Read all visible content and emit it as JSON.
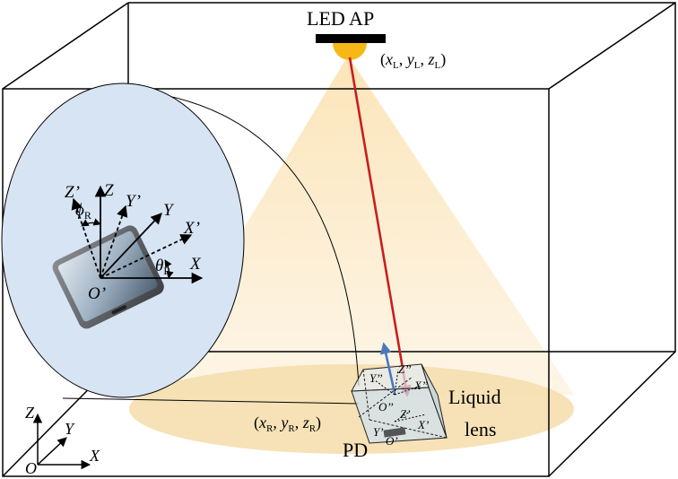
{
  "led": {
    "label": "LED AP",
    "coord": "(xL, yL, zL)",
    "coord_parts": {
      "x": "x",
      "xs": "L",
      "y": "y",
      "ys": "L",
      "z": "z",
      "zs": "L"
    }
  },
  "receiver": {
    "label": "PD",
    "coord_parts": {
      "x": "x",
      "xs": "R",
      "y": "y",
      "ys": "R",
      "z": "z",
      "zs": "R"
    }
  },
  "lens": {
    "line1": "Liquid",
    "line2": "lens"
  },
  "phone_axes": {
    "Z": "Z",
    "Y": "Y",
    "X": "X",
    "Zp": "Z’",
    "Yp": "Y’",
    "Xp": "X’",
    "origin": "O’",
    "phi": "ϕ",
    "phi_sub": "R",
    "theta": "θ",
    "theta_sub": "R"
  },
  "lens_axes": {
    "Zpp": "Z’’",
    "Ypp": "Y’’",
    "Xpp": "X’’",
    "Opp": "O’’",
    "Zp": "Z’",
    "Xp": "X’",
    "Yp": "Y’",
    "Op": "O’"
  },
  "world_axes": {
    "Z": "Z",
    "Y": "Y",
    "X": "X",
    "O": "O"
  },
  "colors": {
    "ray": "#c81e1e",
    "normal": "#4a78c0",
    "led_bulb": "#f6b816",
    "light_cone": "#fbe9c8",
    "floor_ellipse": "#f5dfae",
    "zoom_ellipse": "#d6e4f3"
  }
}
